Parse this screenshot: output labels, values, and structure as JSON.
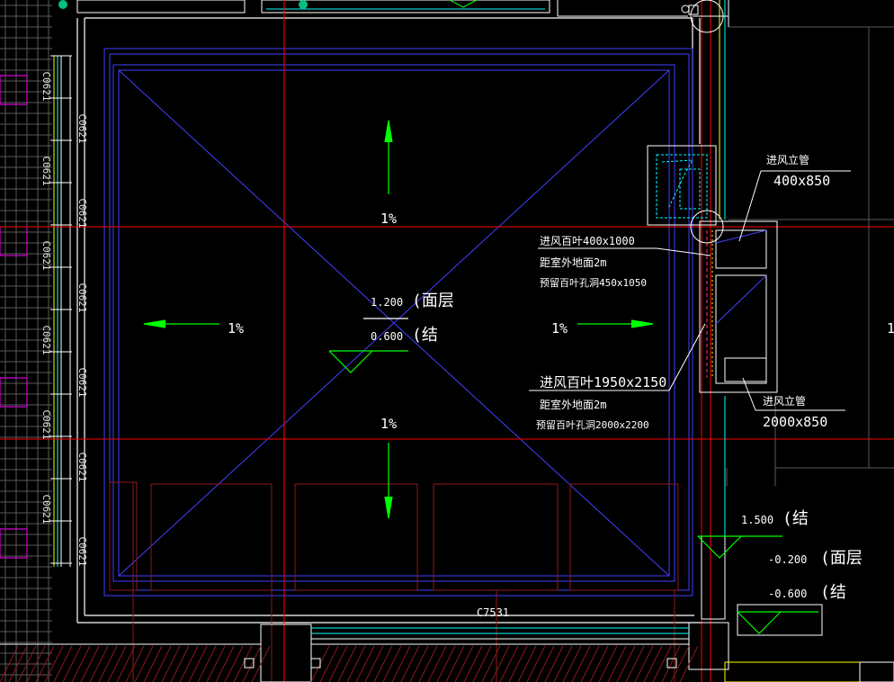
{
  "drawing": {
    "slope_up": "1%",
    "slope_left": "1%",
    "slope_right": "1%",
    "slope_down": "1%",
    "elev_finish": "1.200",
    "elev_finish_tag": "(面层",
    "elev_struct": "0.600",
    "elev_struct_tag": "(结",
    "window_label_bottom": "C7531",
    "window_labels_left": [
      "C0621",
      "C0621",
      "C0621",
      "C0621",
      "C0621",
      "C0621",
      "C0621",
      "C0621",
      "C0621",
      "C0621",
      "C0621",
      "C0621"
    ],
    "shaft_top_title": "进风立管",
    "shaft_top_size": "400x850",
    "louver_top_title": "进风百叶400x1000",
    "louver_top_height": "距室外地面2m",
    "louver_top_hole": "预留百叶孔洞450x1050",
    "louver_bottom_title": "进风百叶1950x2150",
    "louver_bottom_height": "距室外地面2m",
    "louver_bottom_hole": "预留百叶孔洞2000x2200",
    "shaft_bottom_title": "进风立管",
    "shaft_bottom_size": "2000x850",
    "right_elev_1": "1.500",
    "right_elev_1_tag": "(结",
    "right_elev_2": "-0.200",
    "right_elev_2_tag": "(面层",
    "right_elev_3": "-0.600",
    "right_elev_3_tag": "(结",
    "edge_char": "1"
  },
  "colors": {
    "background": "#000000",
    "red_axis": "#ff0000",
    "green_arrow": "#00ff00",
    "blue_line": "#4040ff",
    "cyan_line": "#00ffff",
    "white_line": "#ffffff",
    "gray_grid": "#5a5a5a",
    "magenta": "#ff00ff",
    "yellow": "#ffff00",
    "dark_red": "#8b1a1a"
  }
}
